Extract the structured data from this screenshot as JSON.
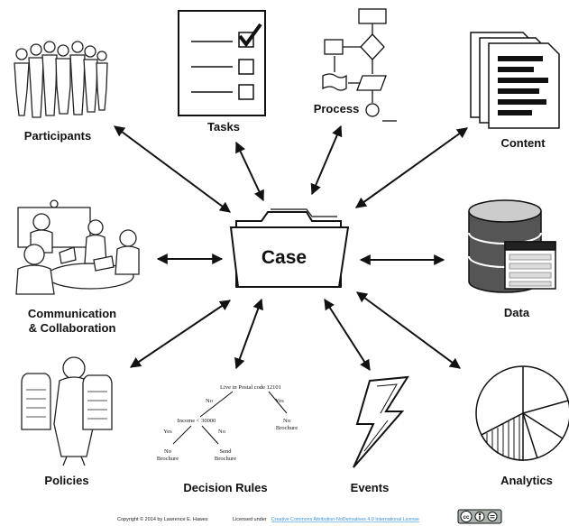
{
  "center": {
    "label": "Case"
  },
  "nodes": {
    "participants": "Participants",
    "tasks": "Tasks",
    "process": "Process",
    "content": "Content",
    "collaboration_line1": "Communication",
    "collaboration_line2": "& Collaboration",
    "data": "Data",
    "policies": "Policies",
    "decision_rules": "Decision Rules",
    "events": "Events",
    "analytics": "Analytics"
  },
  "decision_tree": {
    "root": "Live in Postal code 12101",
    "no_left": "No",
    "yes_right": "Yes",
    "income": "Income < 30000",
    "no_brochure_right": "No Brochure",
    "yes_left": "Yes",
    "no_mid": "No",
    "no_brochure_left": "No Brochure",
    "send_brochure": "Send Brochure"
  },
  "footer": {
    "copyright": "Copyright © 2014 by Lawrence E. Hawes",
    "licensed_under": "Licensed under",
    "license_link": "Creative Commons Attribution-NoDerivatives 4.0 International License",
    "badge_cc": "cc"
  },
  "colors": {
    "ink": "#111111",
    "link": "#3a8fd6",
    "light_gray": "#dddddd"
  }
}
